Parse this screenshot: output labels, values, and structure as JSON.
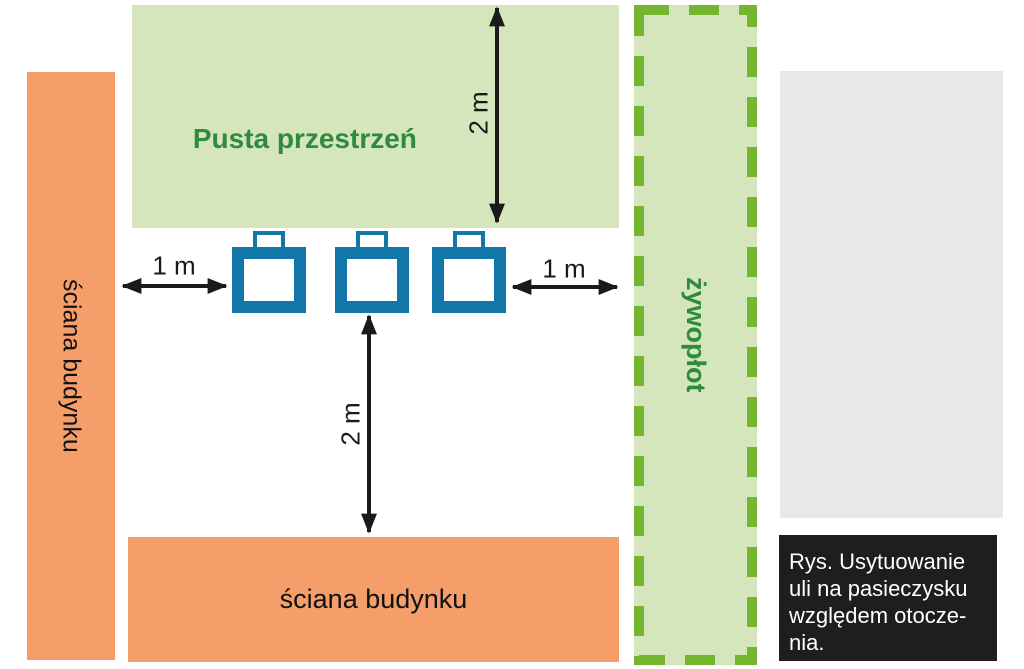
{
  "diagram": {
    "empty_space_label": "Pusta przestrzeń",
    "left_wall_label": "ściana budynku",
    "bottom_wall_label": "ściana budynku",
    "hedge_label": "żywopłot",
    "measurements": {
      "left_gap": "1 m",
      "right_gap": "1 m",
      "top_gap": "2 m",
      "bottom_gap": "2 m"
    },
    "caption_lines": [
      "Rys. Usytuowanie",
      "uli na pasieczysku",
      "względem otocze-",
      "nia."
    ],
    "hives_count": 3,
    "colors": {
      "wall_orange": "#F59E6A",
      "area_green": "#D6E6BC",
      "hedge_border_green": "#74B62F",
      "label_green": "#2E8B3E",
      "hive_blue": "#1277A8",
      "block_gray": "#E8E8EA",
      "caption_bg": "#1F1D1E"
    }
  }
}
